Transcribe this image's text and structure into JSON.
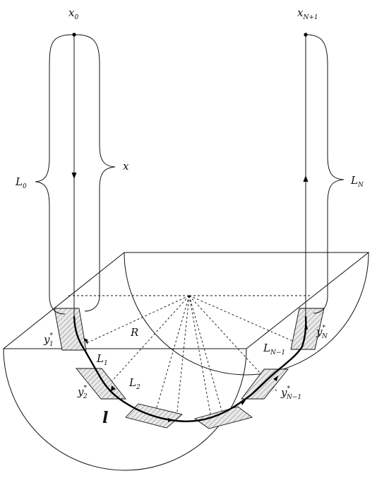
{
  "labels": {
    "x0": {
      "base": "x",
      "sub": "0"
    },
    "xN1": {
      "base": "x",
      "sub": "N+1"
    },
    "L0": {
      "base": "L",
      "sub": "0"
    },
    "x": {
      "base": "x"
    },
    "LN": {
      "base": "L",
      "sub": "N"
    },
    "R": {
      "base": "R"
    },
    "y1": {
      "base": "y",
      "sup": "*",
      "sub": "1"
    },
    "L1": {
      "base": "L",
      "sub": "1"
    },
    "y2": {
      "base": "y",
      "sup": "*",
      "sub": "2"
    },
    "L2": {
      "base": "L",
      "sub": "2"
    },
    "l": {
      "base": "l"
    },
    "LNm1": {
      "base": "L",
      "sub": "N−1"
    },
    "yN": {
      "base": "y",
      "sup": "*",
      "sub": "N"
    },
    "yNm1": {
      "base": "y",
      "sup": "*",
      "sub": "N−1"
    }
  }
}
